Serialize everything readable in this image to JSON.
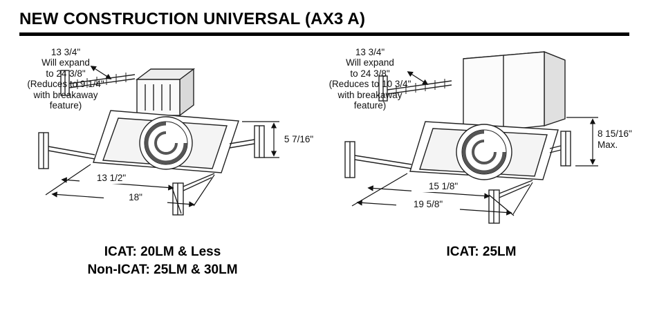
{
  "title": "NEW CONSTRUCTION UNIVERSAL (AX3 A)",
  "figures": [
    {
      "expand_note": "13 3/4\"\nWill expand\nto 24 3/8\"\n(Reduces to 9 1/4\"\nwith breakaway\nfeature)",
      "height_dim": "5 7/16\"",
      "width_inner": "13 1/2\"",
      "width_outer": "18\"",
      "caption": "ICAT: 20LM & Less\nNon-ICAT: 25LM & 30LM"
    },
    {
      "expand_note": "13 3/4\"\nWill expand\nto 24 3/8\"\n(Reduces to 10 3/4\"\nwith breakaway\nfeature)",
      "height_dim": "8 15/16\"\nMax.",
      "width_inner": "15 1/8\"",
      "width_outer": "19 5/8\"",
      "caption": "ICAT: 25LM"
    }
  ]
}
